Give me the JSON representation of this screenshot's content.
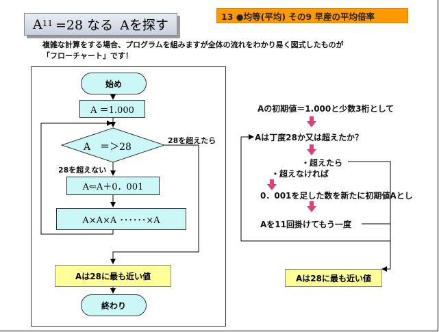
{
  "title": {
    "base": "A",
    "exponent": "11",
    "rest": "=28 なる",
    "tail": "Aを探す"
  },
  "banner": "13 ●均等(平均) その9 早産の平均倍率",
  "intro": {
    "line1": "複雑な計算をする場合、プログラムを組みますが全体の流れをわかり易く図式したものが",
    "line2": "「フローチャート」です！"
  },
  "flowchart": {
    "start": "始め",
    "init": "A ＝1.000",
    "condition": "A　＝＞28",
    "yes_label": "28を超えたら",
    "no_label": "28を超えない",
    "increment": "A⇐A＋0．001",
    "power": "A×A×A ･･････×A",
    "result": "Aは28に最も近い値",
    "end": "終わり"
  },
  "explanation": {
    "step1": "Aの初期値＝1.000と少数3桁として",
    "step2": "Aは丁度28か又は超えたか？",
    "step3": "・超えたら",
    "step4": "・超えなければ",
    "step5": "0．001を足した数を新たに初期値Aとし",
    "step6": "Aを11回掛けてもう一度",
    "result": "Aは28に最も近い値"
  },
  "colors": {
    "accent": "#ff9900",
    "node_fill": "#ccf7f7",
    "result_fill": "#ffff99",
    "arrow_pink": "#e0407a"
  }
}
